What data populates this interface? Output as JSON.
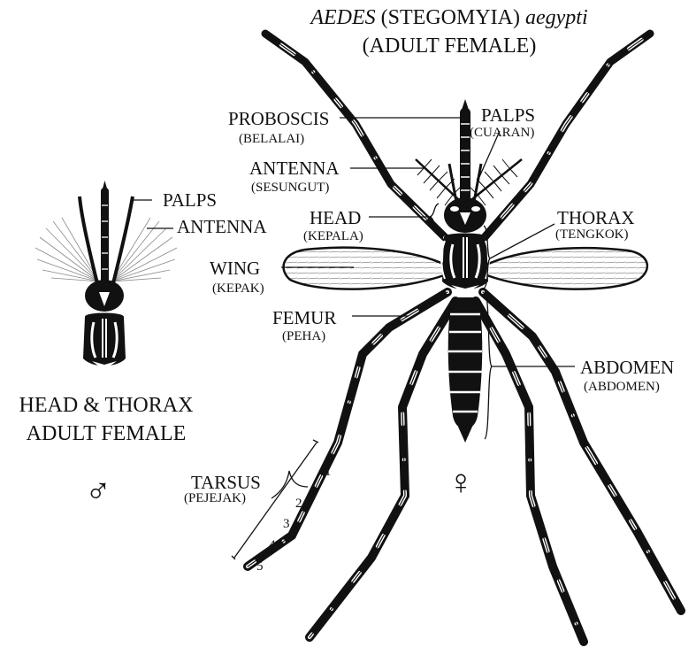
{
  "title": {
    "line1_italic_genus": "AEDES",
    "line1_subgenus": "(STEGOMYIA)",
    "line1_italic_species": "aegypti",
    "line2": "(ADULT FEMALE)"
  },
  "labels": {
    "proboscis": {
      "name": "PROBOSCIS",
      "local": "(BELALAI)"
    },
    "palps": {
      "name": "PALPS",
      "local": "(CUARAN)"
    },
    "antenna": {
      "name": "ANTENNA",
      "local": "(SESUNGUT)"
    },
    "head": {
      "name": "HEAD",
      "local": "(KEPALA)"
    },
    "thorax": {
      "name": "THORAX",
      "local": "(TENGKOK)"
    },
    "wing": {
      "name": "WING",
      "local": "(KEPAK)"
    },
    "femur": {
      "name": "FEMUR",
      "local": "(PEHA)"
    },
    "abdomen": {
      "name": "ABDOMEN",
      "local": "(ABDOMEN)"
    },
    "tarsus": {
      "name": "TARSUS",
      "local": "(PEJEJAK)"
    },
    "tarsus_segments": [
      "1",
      "2",
      "3",
      "4",
      "5"
    ]
  },
  "inset": {
    "palps_label": "PALPS",
    "antenna_label": "ANTENNA",
    "caption_line1": "HEAD & THORAX",
    "caption_line2": "ADULT FEMALE",
    "symbol": "♂"
  },
  "female_symbol": "♀",
  "colors": {
    "ink": "#111111",
    "paper": "#ffffff"
  }
}
